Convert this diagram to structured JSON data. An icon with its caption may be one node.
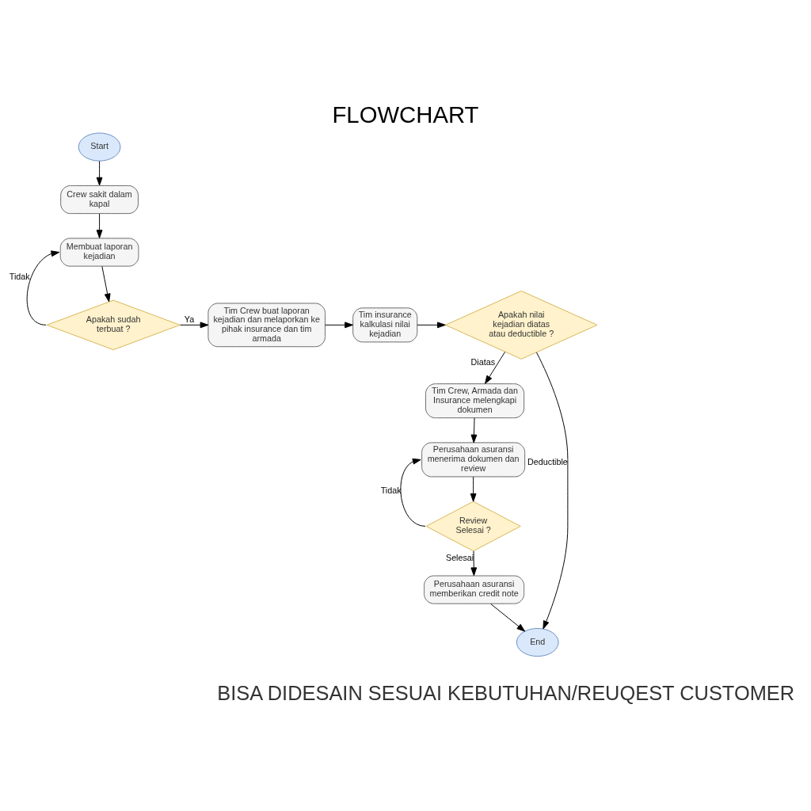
{
  "diagram": {
    "title": "FLOWCHART",
    "caption": "BISA DIDESAIN SESUAI KEBUTUHAN/REUQEST CUSTOMER",
    "nodes": [
      {
        "text": [
          "Start"
        ]
      },
      {
        "text": [
          "Crew sakit dalam kapal"
        ]
      },
      {
        "text": [
          "Membuat laporan kejadian"
        ]
      },
      {
        "text": [
          "Apakah sudah terbuat ?"
        ]
      },
      {
        "text": [
          "Tim Crew buat laporan kejadian dan melaporkan ke pihak insurance dan tim armada"
        ]
      },
      {
        "text": [
          "Tim insurance kalkulasi nilai kejadian"
        ]
      },
      {
        "text": [
          "Apakah nilai kejadian diatas atau deductible ?"
        ]
      },
      {
        "text": [
          "Tim Crew, Armada dan Insurance melengkapi dokumen"
        ]
      },
      {
        "text": [
          "Perusahaan asuransi menerima dokumen dan review"
        ]
      },
      {
        "text": [
          "Review Selesai ?"
        ]
      },
      {
        "text": [
          "Perusahaan asuransi memberikan credit note"
        ]
      },
      {
        "text": [
          "End"
        ]
      }
    ],
    "edges": [
      {
        "from": 0,
        "to": 1,
        "arrow": "to"
      },
      {
        "from": 1,
        "to": 2,
        "arrow": "to"
      },
      {
        "from": 2,
        "to": 3,
        "arrow": "to"
      },
      {
        "from": 3,
        "to": 2,
        "arrow": "to",
        "label": "Tidak"
      },
      {
        "from": 3,
        "to": 4,
        "arrow": "to",
        "label": "Ya"
      },
      {
        "from": 4,
        "to": 5,
        "arrow": "to"
      },
      {
        "from": 5,
        "to": 6,
        "arrow": "to"
      },
      {
        "from": 6,
        "to": 7,
        "arrow": "to",
        "label": "Diatas"
      },
      {
        "from": 6,
        "to": 11,
        "arrow": "to",
        "label": "Deductible"
      },
      {
        "from": 7,
        "to": 8,
        "arrow": "to"
      },
      {
        "from": 8,
        "to": 9,
        "arrow": "to"
      },
      {
        "from": 9,
        "to": 8,
        "arrow": "to",
        "label": "Tidak"
      },
      {
        "from": 9,
        "to": 10,
        "arrow": "to",
        "label": "Selesai"
      },
      {
        "from": 10,
        "to": 11,
        "arrow": "to"
      }
    ]
  }
}
